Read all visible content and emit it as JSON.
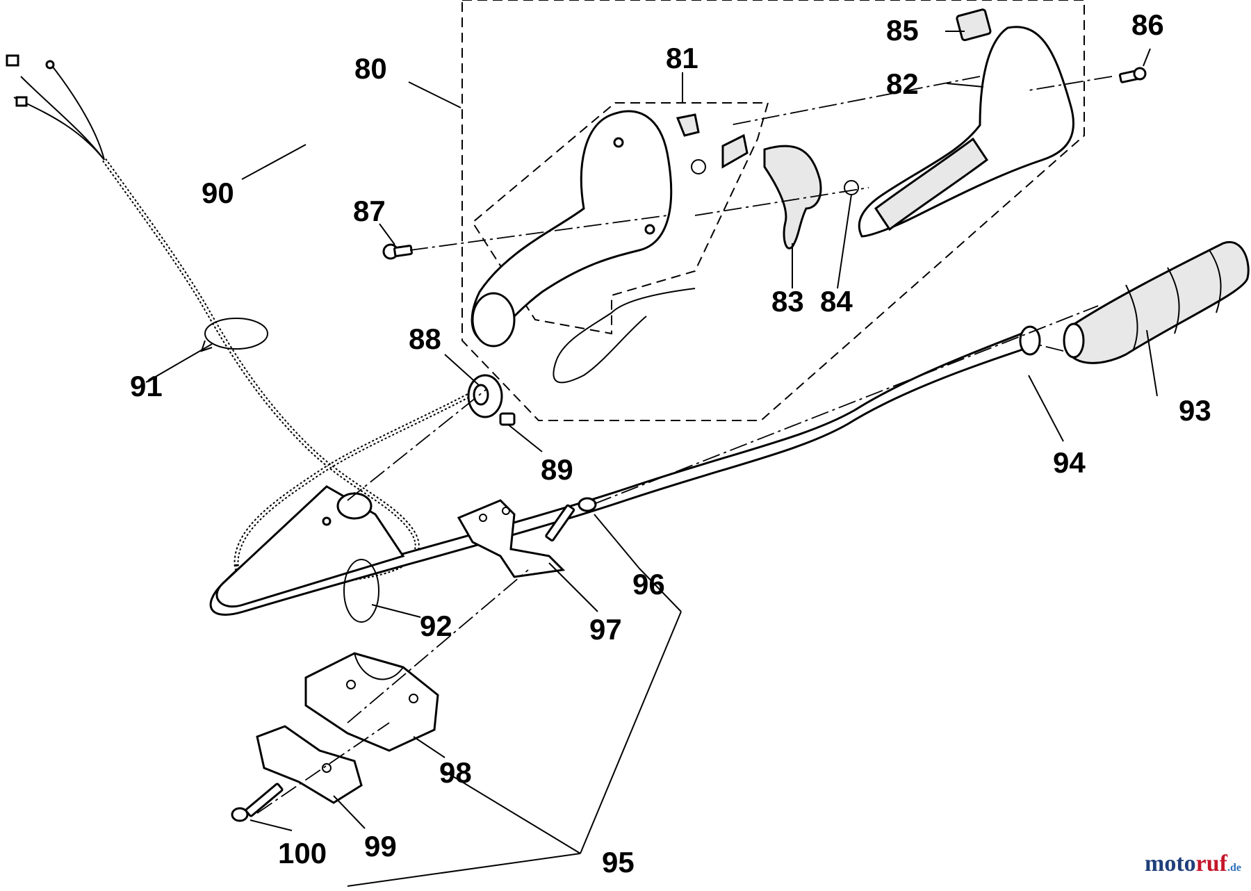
{
  "callouts": [
    {
      "id": "80",
      "label": "80"
    },
    {
      "id": "81",
      "label": "81"
    },
    {
      "id": "82",
      "label": "82"
    },
    {
      "id": "83",
      "label": "83"
    },
    {
      "id": "84",
      "label": "84"
    },
    {
      "id": "85",
      "label": "85"
    },
    {
      "id": "86",
      "label": "86"
    },
    {
      "id": "87",
      "label": "87"
    },
    {
      "id": "88",
      "label": "88"
    },
    {
      "id": "89",
      "label": "89"
    },
    {
      "id": "90",
      "label": "90"
    },
    {
      "id": "91",
      "label": "91"
    },
    {
      "id": "92",
      "label": "92"
    },
    {
      "id": "93",
      "label": "93"
    },
    {
      "id": "94",
      "label": "94"
    },
    {
      "id": "95",
      "label": "95"
    },
    {
      "id": "96",
      "label": "96"
    },
    {
      "id": "97",
      "label": "97"
    },
    {
      "id": "98",
      "label": "98"
    },
    {
      "id": "99",
      "label": "99"
    },
    {
      "id": "100",
      "label": "100"
    }
  ],
  "watermark": {
    "part_a": "moto",
    "part_b": "ruf",
    "part_c": ".de"
  }
}
